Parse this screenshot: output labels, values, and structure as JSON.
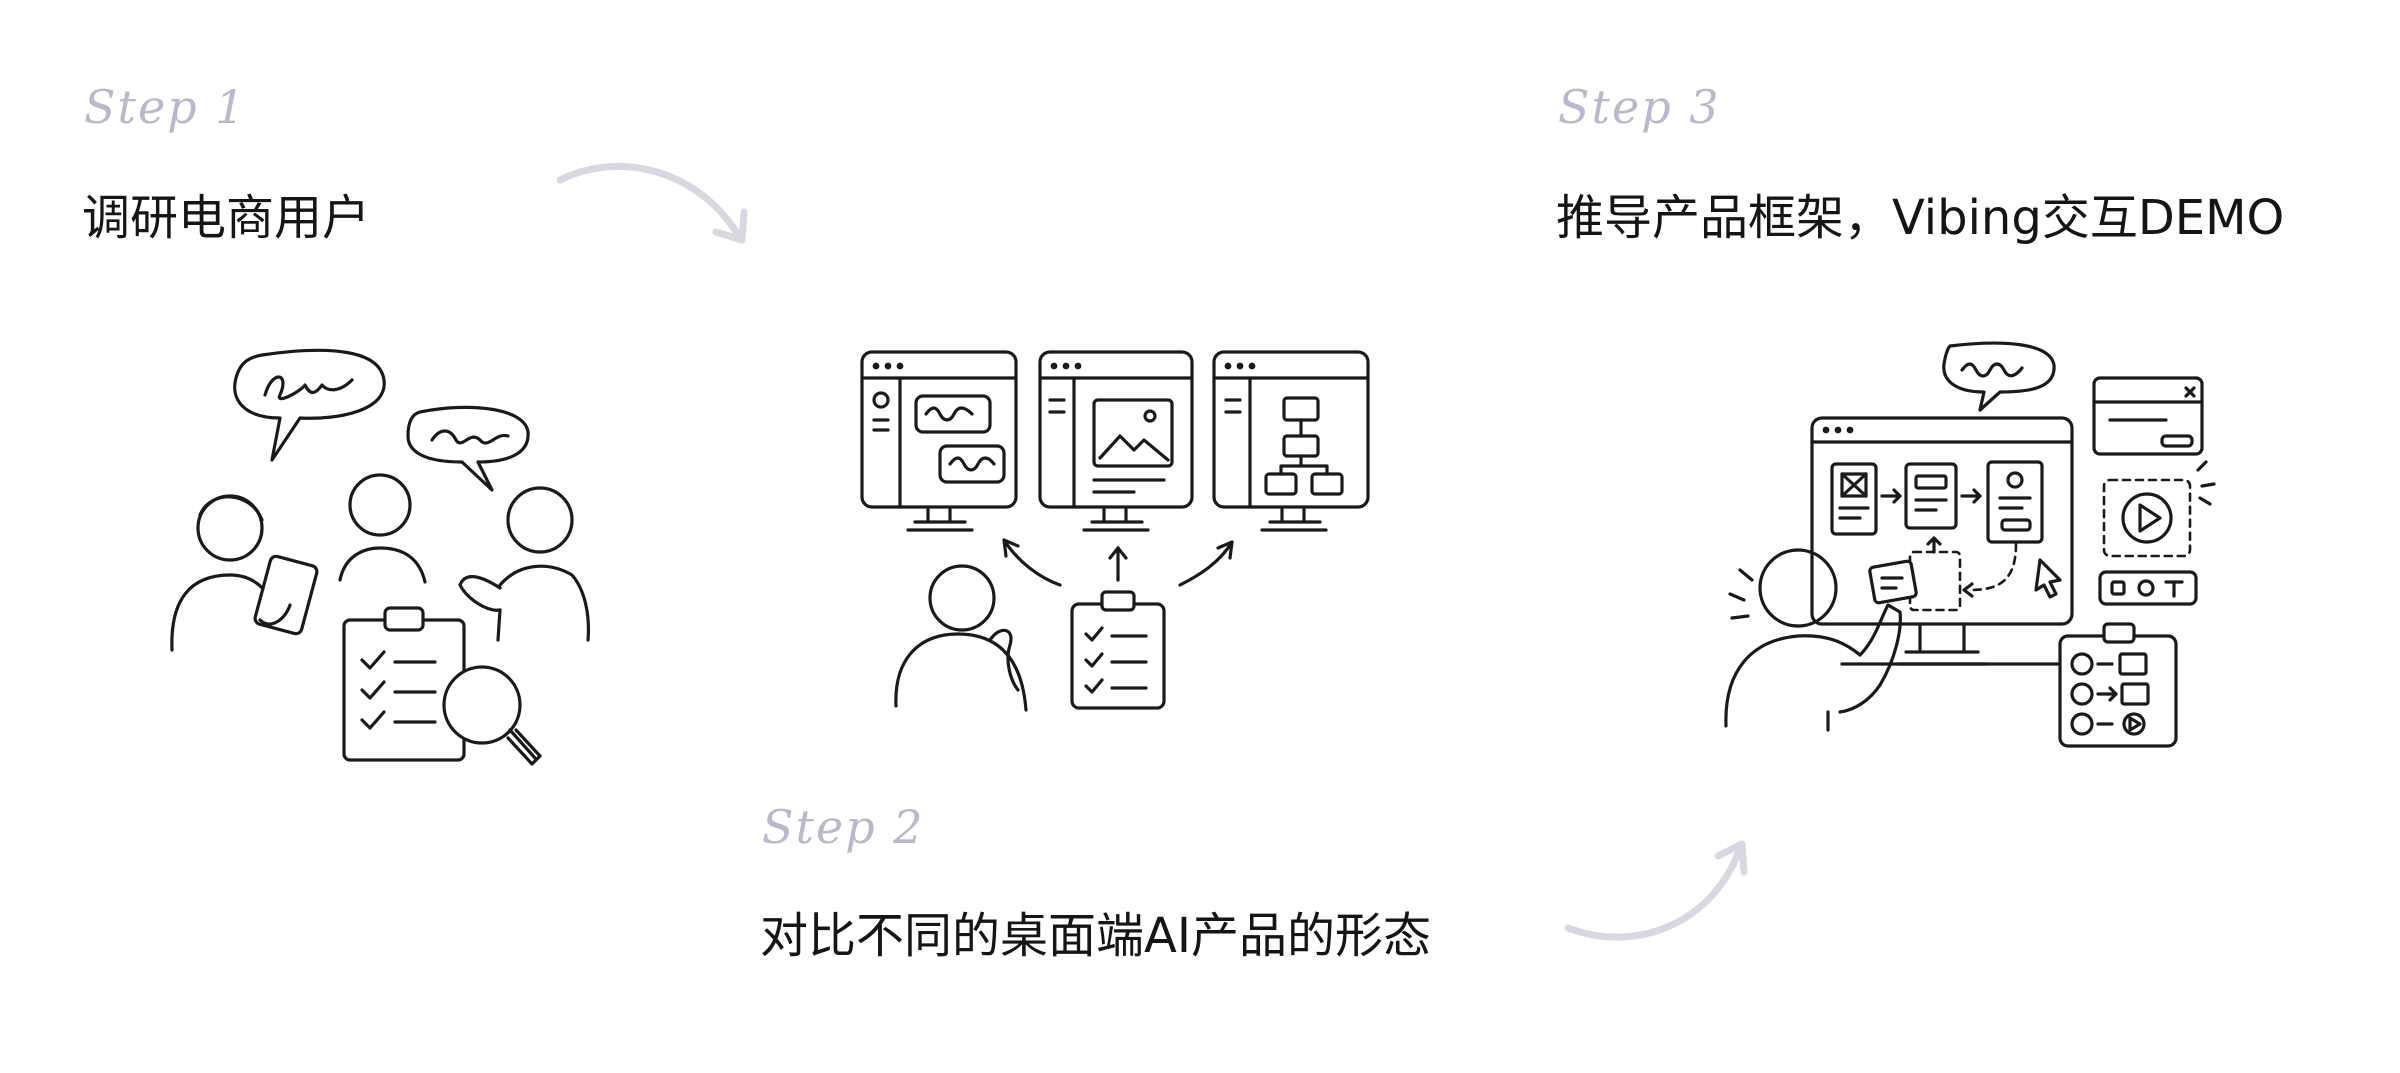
{
  "steps": [
    {
      "label": "Step 1",
      "title": "调研电商用户"
    },
    {
      "label": "Step 2",
      "title": "对比不同的桌面端AI产品的形态"
    },
    {
      "label": "Step 3",
      "title": "推导产品框架，Vibing交互DEMO"
    }
  ],
  "colors": {
    "step_label": "#b9b8cc",
    "title": "#151515",
    "ink": "#1a1a1a",
    "flow_arrow": "#d8d7e2",
    "background": "#ffffff"
  },
  "icons": {
    "step1": "user-research-illustration",
    "step2": "compare-desktop-products-illustration",
    "step3": "product-framework-demo-illustration"
  }
}
